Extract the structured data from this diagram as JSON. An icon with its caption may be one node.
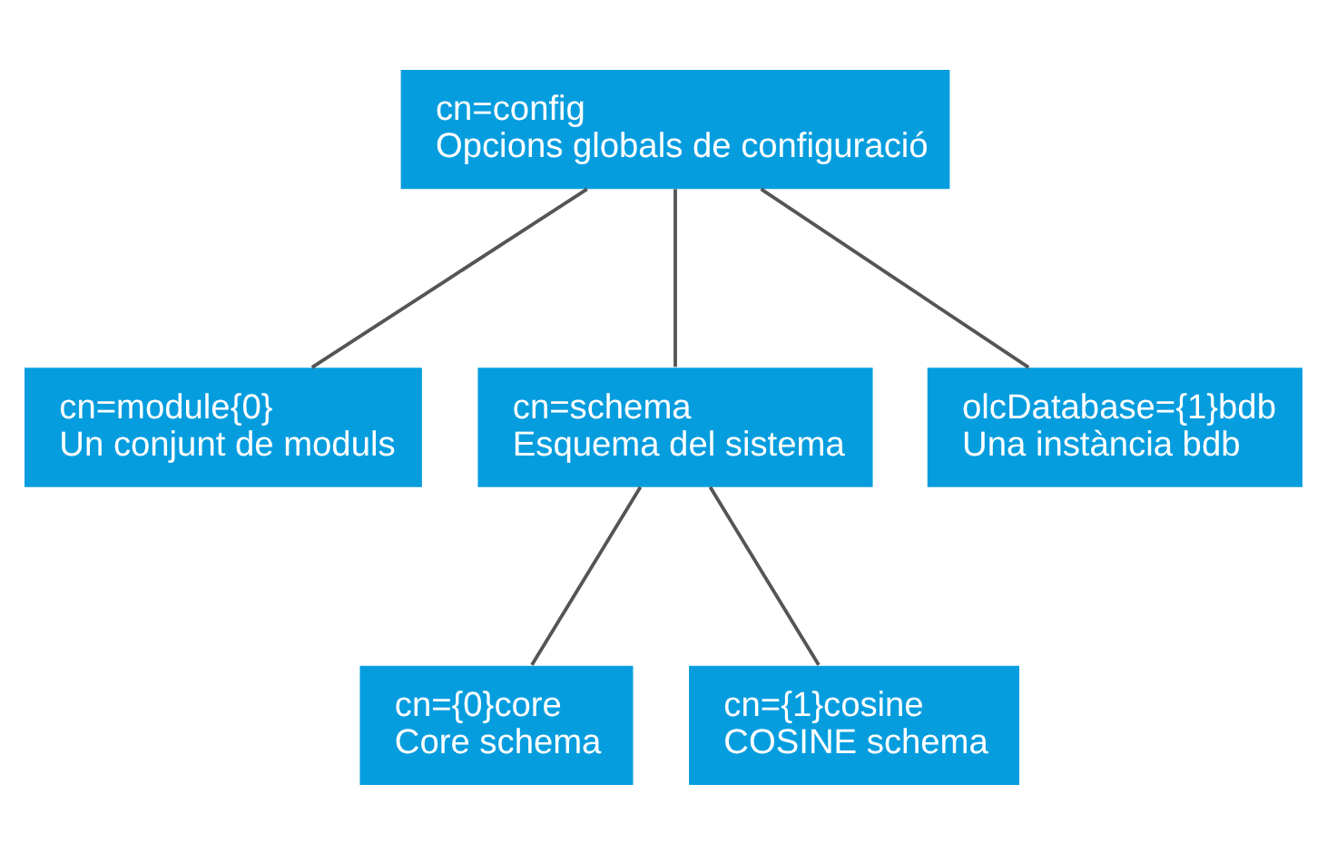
{
  "diagram": {
    "nodes": [
      {
        "text": [
          "cn=config",
          "Opcions globals de configuració"
        ]
      },
      {
        "text": [
          "cn=module{0}",
          "Un conjunt de moduls"
        ]
      },
      {
        "text": [
          "cn=schema",
          "Esquema del sistema"
        ]
      },
      {
        "text": [
          "olcDatabase={1}bdb",
          "Una instància bdb"
        ]
      },
      {
        "text": [
          "cn={0}core",
          "Core schema"
        ]
      },
      {
        "text": [
          "cn={1}cosine",
          "COSINE schema"
        ]
      }
    ],
    "edges": [
      {
        "from": 0,
        "to": 1,
        "arrow": "none"
      },
      {
        "from": 0,
        "to": 2,
        "arrow": "none"
      },
      {
        "from": 0,
        "to": 3,
        "arrow": "none"
      },
      {
        "from": 2,
        "to": 4,
        "arrow": "none"
      },
      {
        "from": 2,
        "to": 5,
        "arrow": "none"
      }
    ]
  }
}
